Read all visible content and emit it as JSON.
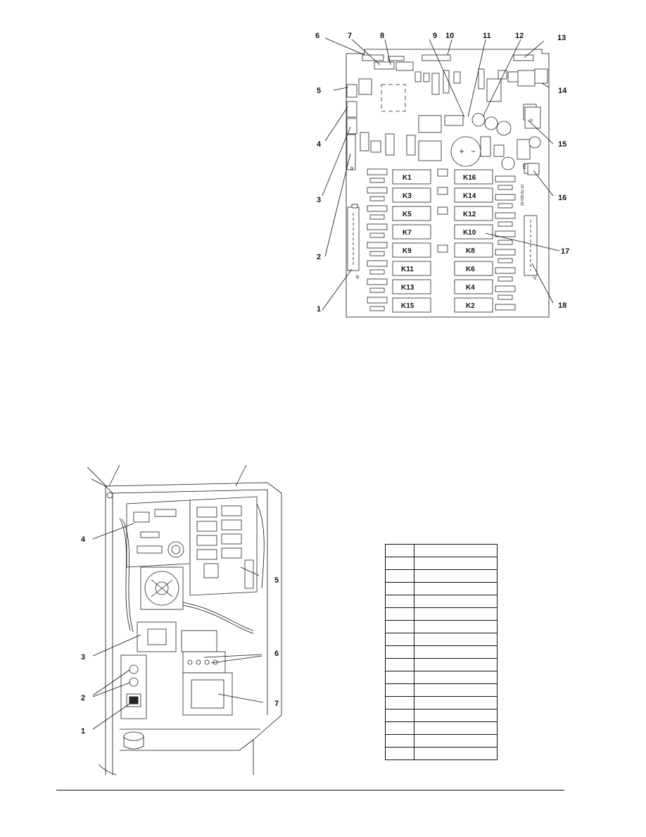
{
  "board": {
    "callouts": [
      "1",
      "2",
      "3",
      "4",
      "5",
      "6",
      "7",
      "8",
      "9",
      "10",
      "11",
      "12",
      "13",
      "14",
      "15",
      "16",
      "17",
      "18"
    ],
    "relays_left": [
      "K1",
      "K3",
      "K5",
      "K7",
      "K9",
      "K11",
      "K13",
      "K15"
    ],
    "relays_right": [
      "K16",
      "K14",
      "K12",
      "K10",
      "K8",
      "K6",
      "K4",
      "K2"
    ],
    "silk": {
      "j8": "J8",
      "j7": "J7",
      "part_no": "07-75-510-00",
      "j12": "J12",
      "j5": "J5",
      "j1": "J1"
    }
  },
  "cabinet": {
    "callouts": [
      "1",
      "2",
      "3",
      "4",
      "5",
      "6",
      "7"
    ]
  },
  "table": {
    "rows": 17
  }
}
